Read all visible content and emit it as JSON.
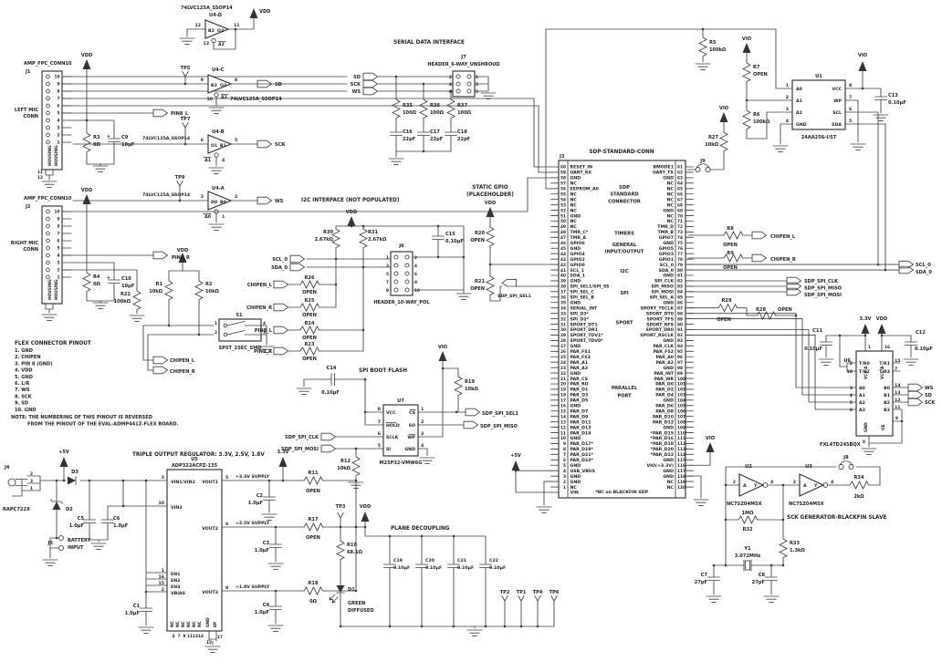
{
  "pw": {
    "vdd": "VDD",
    "vio": "VIO",
    "v5": "+5V",
    "v33": "3.3V"
  },
  "u4": {
    "family": "74LVC125A_SSOP14",
    "d": {
      "ref": "U4-D",
      "nin": "12",
      "nout": "11",
      "nen": "13",
      "a": "B2",
      "b": "O2",
      "en": "A2"
    },
    "c": {
      "ref": "U4-C",
      "nin": "9",
      "nout": "8",
      "nen": "10",
      "a": "B3",
      "b": "O3",
      "en": "A3",
      "tp": "TP5"
    },
    "b": {
      "ref": "U4-B",
      "nin": "6",
      "nout": "5",
      "nen": "4",
      "a": "O1",
      "b": "B1",
      "en": "A1",
      "tp": "TP7"
    },
    "a": {
      "ref": "U4-A",
      "nin": "3",
      "nout": "2",
      "nen": "1",
      "a": "D0",
      "b": "B0",
      "en": "A0",
      "tp": "TP9"
    }
  },
  "j1": {
    "conn": "AMP_FPC_CONN10",
    "ref": "J1",
    "n1": "LEFT MIC",
    "n2": "CONN",
    "housing": "HOUSING",
    "pins": [
      "10",
      "9",
      "8",
      "7",
      "6",
      "5",
      "4",
      "3",
      "2",
      "1"
    ],
    "b1": "11",
    "b2": "12"
  },
  "j2": {
    "conn": "AMP_FPC_CONN10",
    "ref": "J2",
    "n1": "RIGHT MIC",
    "n2": "CONN",
    "housing": "HOUSING",
    "pins": [
      "10",
      "9",
      "8",
      "7",
      "6",
      "5",
      "4",
      "3",
      "2",
      "1"
    ],
    "b1": "11",
    "b2": "12"
  },
  "lp": {
    "r3": "R3",
    "r3v": "0Ω",
    "c9": "C9",
    "c9v": "10µF",
    "r4": "R4",
    "r4v": "0Ω",
    "c10": "C10",
    "c10v": "10µF",
    "r22": "R22",
    "r22v": "100kΩ",
    "r1": "R1",
    "r1v": "10kΩ",
    "r2": "R2",
    "r2v": "10kΩ",
    "s1": "S1",
    "s1p": "SPST_2SEC_SMD",
    "n1": "1",
    "n2": "2",
    "n4": "4",
    "n3": "3",
    "plus": "+"
  },
  "net": {
    "sd": "SD",
    "sck": "SCK",
    "ws": "WS",
    "p8l": "PIN8_L",
    "p8r": "PIN8_R",
    "chl": "CHIPEN_L",
    "chr": "CHIPEN_R",
    "scl0": "SCL_0",
    "sda0": "SDA_0",
    "sel1": "SDP_SPI_SEL1",
    "sclk": "SDP_SPI_CLK",
    "miso": "SDP_SPI_MISO",
    "mosi": "SDP_SPI_MOSI"
  },
  "flex": {
    "title": "FLEX CONNECTOR PINOUT",
    "items": [
      "1. GND",
      "2. CHIPEN",
      "3. PIN 8 (GND)",
      "4. VDD",
      "5. GND",
      "6. L/R",
      "7. WS",
      "8. SCK",
      "9. SD",
      "10. GND"
    ],
    "note1": "NOTE: THE NUMBERING OF THIS PINOUT IS REVERSED",
    "note2": "FROM THE PINOUT OF THE EVAL-ADMP441Z-FLEX BOARD."
  },
  "ser": {
    "title": "SERIAL DATA INTERFACE",
    "ref": "J7",
    "part": "HEADER_6-WAY_UNSHROUD",
    "ln": [
      "2",
      "4",
      "6"
    ],
    "rn": [
      "1",
      "3",
      "5"
    ],
    "r35": "R35",
    "r36": "R36",
    "r37": "R37",
    "rv": "100Ω",
    "c16": "C16",
    "c17": "C17",
    "c18": "C18",
    "cv": "22pF"
  },
  "i2c": {
    "title": "I2C INTERFACE (NOT POPULATED)",
    "r30": "R30",
    "r31": "R31",
    "rv": "2.67kΩ",
    "c15": "C15",
    "c15v": "0.10µF",
    "ref": "J6",
    "part": "HEADER_10-WAY_POL",
    "ln": [
      "1",
      "3",
      "5",
      "7",
      "9"
    ],
    "rn": [
      "2",
      "4",
      "6",
      "8",
      "10"
    ],
    "r26": "R26",
    "r25": "R25",
    "r24": "R24",
    "r23": "R23",
    "open": "OPEN"
  },
  "sg": {
    "t1": "STATIC GPIO",
    "t2": "(PLACEHOLDER)",
    "r20": "R20",
    "r21": "R21",
    "open": "OPEN"
  },
  "fl": {
    "title": "SPI BOOT FLASH",
    "c14": "C14",
    "c14v": "0.10µF",
    "r19": "R19",
    "r19v": "10kΩ",
    "r12": "R12",
    "r12v": "10kΩ",
    "ref": "U7",
    "part": "M25P32-VMW6G",
    "l": [
      "VCC",
      "HOLD",
      "SCLK",
      "SI"
    ],
    "ln": [
      "8",
      "7",
      "6",
      "5"
    ],
    "r": [
      "CS",
      "SO",
      "WP",
      "GND"
    ],
    "rn": [
      "1",
      "2",
      "3",
      "4"
    ]
  },
  "ee": {
    "ref": "U1",
    "part": "24AA256-I/ST",
    "l": [
      "A0",
      "A1",
      "A2",
      "GND"
    ],
    "ln": [
      "1",
      "2",
      "3",
      "4"
    ],
    "r": [
      "VCC",
      "WP",
      "SCL",
      "SDA"
    ],
    "rn": [
      "8",
      "7",
      "6",
      "5"
    ],
    "r5": "R5",
    "r5v": "100kΩ",
    "r7": "R7",
    "r7v": "OPEN",
    "r6": "R6",
    "r6v": "100kΩ",
    "c13": "C13",
    "c13v": "0.10µF",
    "r27": "R27",
    "r27v": "10kΩ",
    "j9": "J9"
  },
  "lk": {
    "r8": "R8",
    "r9": "R9",
    "open": "OPEN",
    "r29": "R29",
    "r28": "R28"
  },
  "u6": {
    "ref": "U6",
    "part": "FXL4TD245BQX",
    "vcca": "VCC A",
    "vccb": "VCC B",
    "n1": "1",
    "n16": "16",
    "ln": [
      "2",
      "10",
      "3",
      "4",
      "5",
      "6"
    ],
    "l": [
      "T/R0",
      "T/R2",
      "A0",
      "A1",
      "A2",
      "A3"
    ],
    "rn": [
      "15",
      "7",
      "14",
      "13",
      "12",
      "11"
    ],
    "r": [
      "T/R1",
      "T/R3",
      "B0",
      "B1",
      "B2",
      "B3"
    ],
    "gnd": "GND",
    "oe": "OE",
    "n8": "8",
    "n9": "9",
    "c11": "C11",
    "c12": "C12",
    "cv": "0.10µF"
  },
  "sk": {
    "title": "SCK GENERATOR-BLACKFIN SLAVE",
    "u2": "U2",
    "u3": "U3",
    "part": "NC7SZ04M5X",
    "a": "A",
    "y": "Y",
    "n2": "2",
    "n4": "4",
    "r34": "R34",
    "r34v": "2kΩ",
    "r32": "R32",
    "r32v": "1MΩ",
    "r33": "R33",
    "r33v": "1.3kΩ",
    "y1": "Y1",
    "y1v": "3.072MHz",
    "c7": "C7",
    "c8": "C8",
    "cv": "27pF",
    "j8": "J8"
  },
  "rg": {
    "title": "TRIPLE OUTPUT REGULATOR: 3.3V, 2.5V, 1.8V",
    "ref": "U5",
    "part": "ADP322ACPZ-135",
    "vin12": "VIN1/VIN2",
    "vin3": "VIN3",
    "vo1": "VOUT1",
    "vo2": "VOUT2",
    "vo3": "VOUT3",
    "en1": "EN1",
    "en2": "EN2",
    "en3": "EN3",
    "vb": "VBIAS",
    "n3": "3",
    "n10": "10",
    "n5": "5",
    "n6": "6",
    "n8": "8",
    "n1": "1",
    "n16": "16",
    "n15": "15",
    "n2": "2",
    "nc": "NC",
    "gnd": "GND",
    "ep": "EP",
    "ncn": [
      "4",
      "7",
      "9",
      "11",
      "13",
      "14"
    ],
    "n12": "12",
    "n17": "17",
    "s1": "+3.3V SUPPLY",
    "s2": "+2.5V SUPPLY",
    "s3": "+1.8V SUPPLY",
    "r11": "R11",
    "r17": "R17",
    "r18": "R18",
    "open": "OPEN",
    "r18v": "0Ω",
    "cv": "1.0µF",
    "c1": "C1",
    "c2": "C2",
    "c3": "C3",
    "c4": "C4",
    "c5": "C5",
    "c6": "C6",
    "d1": "D1",
    "d1a": "GREEN",
    "d1b": "DIFFUSED",
    "d2": "D2",
    "d3": "D3",
    "r10": "R10",
    "r10v": "68.1Ω",
    "j4": "J4",
    "j4p": "RAPC722X",
    "j4n2": "2",
    "j4n3": "3",
    "j4n1": "1",
    "j5": "J5",
    "j5a": "BATTERY",
    "j5b": "INPUT",
    "tp3": "TP3"
  },
  "dc": {
    "title": "PLANE DECOUPLING",
    "c19": "C19",
    "c20": "C20",
    "c21": "C21",
    "c22": "C22",
    "cv": "0.10µF",
    "tps": [
      "TP2",
      "TP1",
      "TP4",
      "TP6"
    ]
  },
  "sdp": {
    "ref": "J3",
    "title": "SDP-STANDARD-CONN",
    "note": "*NC on BLACKFIN SDP",
    "center": [
      [
        "SDP",
        4
      ],
      [
        "STANDARD",
        5.3
      ],
      [
        "CONNECTOR",
        6.6
      ],
      [
        "TIMERS",
        12.5
      ],
      [
        "GENERAL",
        14.6
      ],
      [
        "INPUT/OUTPUT",
        15.9
      ],
      [
        "I2C",
        19.5
      ],
      [
        "SPI",
        23.5
      ],
      [
        "SPORT",
        29
      ],
      [
        "PARALLEL",
        41
      ],
      [
        "PORT",
        42.4
      ]
    ],
    "left": [
      [
        "60",
        "RESET_IN"
      ],
      [
        "59",
        "UART_RX"
      ],
      [
        "58",
        "GND"
      ],
      [
        "57",
        "NC"
      ],
      [
        "56",
        "EEPROM_A0"
      ],
      [
        "55",
        "NC"
      ],
      [
        "54",
        "NC"
      ],
      [
        "53",
        "NC"
      ],
      [
        "52",
        "NC"
      ],
      [
        "51",
        "GND"
      ],
      [
        "50",
        "NC"
      ],
      [
        "49",
        "NC"
      ],
      [
        "48",
        "TMR_C*"
      ],
      [
        "47",
        "TMR_A"
      ],
      [
        "46",
        "GPIO6"
      ],
      [
        "45",
        "GND"
      ],
      [
        "44",
        "GPIO4"
      ],
      [
        "43",
        "GPIO2"
      ],
      [
        "42",
        "GPIO0"
      ],
      [
        "41",
        "SCL_1"
      ],
      [
        "40",
        "SDA_1"
      ],
      [
        "39",
        "GND"
      ],
      [
        "38",
        "SPI_SEL1/SPI_SS"
      ],
      [
        "37",
        "SPI_SEL_C"
      ],
      [
        "36",
        "SPI_SEL_B"
      ],
      [
        "35",
        "GND"
      ],
      [
        "34",
        "SERIAL_INT"
      ],
      [
        "33",
        "SPI_D3*"
      ],
      [
        "32",
        "SPI_D2*"
      ],
      [
        "31",
        "SPORT_DT1"
      ],
      [
        "30",
        "SPORT_DR1"
      ],
      [
        "29",
        "SPORT_TDV1*"
      ],
      [
        "28",
        "SPORT_TDV0*"
      ],
      [
        "27",
        "GND"
      ],
      [
        "26",
        "PAR_FS1"
      ],
      [
        "25",
        "PAR_FS3"
      ],
      [
        "24",
        "PAR_A1"
      ],
      [
        "23",
        "PAR_A3"
      ],
      [
        "22",
        "GND"
      ],
      [
        "21",
        "PAR_CS"
      ],
      [
        "20",
        "PAR_RD"
      ],
      [
        "19",
        "PAR_D1"
      ],
      [
        "18",
        "PAR_D3"
      ],
      [
        "17",
        "PAR_D5"
      ],
      [
        "16",
        "GND"
      ],
      [
        "15",
        "PAR_D7"
      ],
      [
        "14",
        "PAR_D9"
      ],
      [
        "13",
        "PAR_D11"
      ],
      [
        "12",
        "PAR_D13"
      ],
      [
        "11",
        "PAR_D14"
      ],
      [
        "10",
        "GND"
      ],
      [
        "9",
        "PAR_D17*"
      ],
      [
        "8",
        "PAR_D19*"
      ],
      [
        "7",
        "PAR_D21*"
      ],
      [
        "6",
        "PAR_D23*"
      ],
      [
        "5",
        "GND"
      ],
      [
        "4",
        "USB_VBUS"
      ],
      [
        "3",
        "GND"
      ],
      [
        "2",
        "GND"
      ],
      [
        "1",
        "NC"
      ],
      [
        "",
        "VIN"
      ]
    ],
    "right": [
      [
        "61",
        "BMODE1"
      ],
      [
        "62",
        "UART_TX"
      ],
      [
        "63",
        "GND"
      ],
      [
        "64",
        "NC"
      ],
      [
        "65",
        "NC"
      ],
      [
        "66",
        "NC"
      ],
      [
        "67",
        "NC"
      ],
      [
        "68",
        "NC"
      ],
      [
        "69",
        "GND"
      ],
      [
        "70",
        "NC"
      ],
      [
        "71",
        "NC"
      ],
      [
        "72",
        "TMR_D"
      ],
      [
        "73",
        "TMR_B"
      ],
      [
        "74",
        "GPIO7"
      ],
      [
        "75",
        "GND"
      ],
      [
        "76",
        "GPIO5"
      ],
      [
        "77",
        "GPIO3"
      ],
      [
        "78",
        "GPIO1"
      ],
      [
        "79",
        "SCL_0"
      ],
      [
        "80",
        "SDA_0"
      ],
      [
        "81",
        "GND"
      ],
      [
        "82",
        "SPI_CLK"
      ],
      [
        "83",
        "SPI_MISO"
      ],
      [
        "84",
        "SPI_MOSI"
      ],
      [
        "85",
        "SPI_SEL_A"
      ],
      [
        "86",
        "GND"
      ],
      [
        "87",
        "SPORT_TSCLK"
      ],
      [
        "88",
        "SPORT_DT0"
      ],
      [
        "89",
        "SPORT_TFS"
      ],
      [
        "90",
        "SPORT_RFS"
      ],
      [
        "91",
        "SPORT_DR0"
      ],
      [
        "92",
        "SPORT_RSCLK"
      ],
      [
        "93",
        "GND"
      ],
      [
        "94",
        "PAR_CLK"
      ],
      [
        "95",
        "PAR_FS2"
      ],
      [
        "96",
        "PAR_A0"
      ],
      [
        "97",
        "PAR_A2"
      ],
      [
        "98",
        "GND"
      ],
      [
        "99",
        "PAR_INT"
      ],
      [
        "100",
        "PAR_WR"
      ],
      [
        "101",
        "PAR_D0"
      ],
      [
        "102",
        "PAR_D2"
      ],
      [
        "103",
        "PAR_D4"
      ],
      [
        "104",
        "GND"
      ],
      [
        "105",
        "PAR_D6"
      ],
      [
        "106",
        "PAR_D8"
      ],
      [
        "107",
        "PAR_D10"
      ],
      [
        "108",
        "PAR_D12"
      ],
      [
        "109",
        "GND"
      ],
      [
        "110",
        "*PAR_D15"
      ],
      [
        "111",
        "*PAR_D16"
      ],
      [
        "112",
        "*PAR_D18"
      ],
      [
        "113",
        "*PAR_D20"
      ],
      [
        "114",
        "*PAR_D22"
      ],
      [
        "115",
        "GND"
      ],
      [
        "116",
        "VIO(+3.3V)"
      ],
      [
        "117",
        "GND"
      ],
      [
        "118",
        "GND"
      ],
      [
        "119",
        "NC"
      ],
      [
        "120",
        "NC"
      ]
    ]
  }
}
